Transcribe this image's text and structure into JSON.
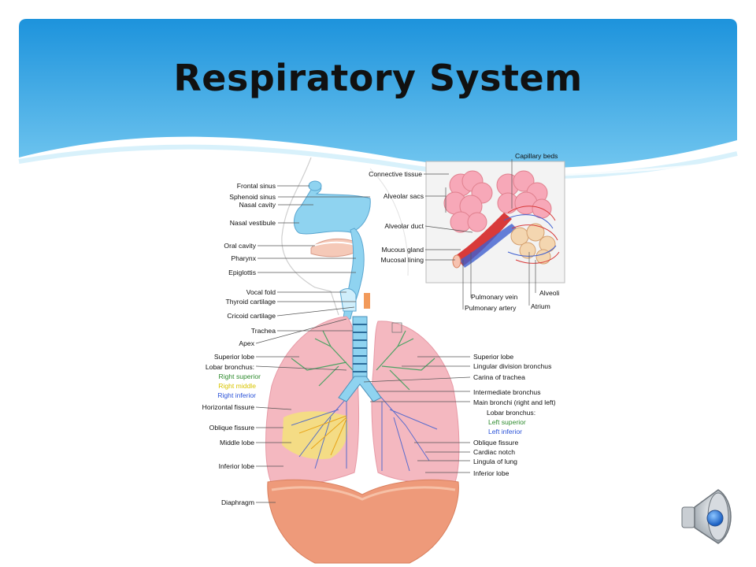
{
  "slide": {
    "title": "Respiratory System"
  },
  "labels_left": [
    "Frontal sinus",
    "Sphenoid sinus",
    "Nasal cavity",
    "Nasal vestibule",
    "Oral cavity",
    "Pharynx",
    "Epiglottis",
    "Vocal fold",
    "Thyroid cartilage",
    "Cricoid cartilage",
    "Trachea",
    "Apex",
    "Superior lobe",
    "Lobar bronchus:",
    "Right superior",
    "Right middle",
    "Right inferior",
    "Horizontal fissure",
    "Oblique fissure",
    "Middle lobe",
    "Inferior lobe",
    "Diaphragm"
  ],
  "labels_right": [
    "Superior lobe",
    "Lingular division bronchus",
    "Carina of trachea",
    "Intermediate bronchus",
    "Main bronchi (right and left)",
    "Lobar bronchus:",
    "Left superior",
    "Left inferior",
    "Oblique fissure",
    "Cardiac notch",
    "Lingula of lung",
    "Inferior lobe"
  ],
  "labels_inset": [
    "Capillary beds",
    "Connective tissue",
    "Alveolar sacs",
    "Alveolar duct",
    "Mucous gland",
    "Mucosal lining",
    "Pulmonary vein",
    "Pulmonary artery",
    "Alveoli",
    "Atrium"
  ],
  "colors": {
    "banner_top": "#1a8fd8",
    "banner_bottom": "#7fd0f4",
    "lung": "#f4b8c0",
    "diaphragm": "#ee9a7a",
    "airway": "#8fd3f0"
  },
  "icons": {
    "speaker": "speaker-icon"
  }
}
